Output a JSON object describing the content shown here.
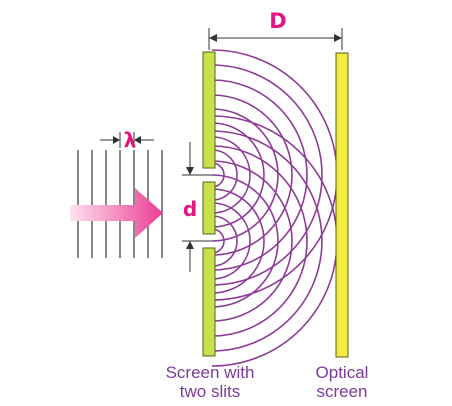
{
  "labels": {
    "distance": "D",
    "wavelength": "λ",
    "slit_separation": "d",
    "slit_screen_line1": "Screen with",
    "slit_screen_line2": "two slits",
    "optical_screen_line1": "Optical",
    "optical_screen_line2": "screen"
  },
  "colors": {
    "symbol": "#e4157e",
    "caption": "#7b3c97",
    "wave": "#8e3b96",
    "slit_screen_fill": "#c8e04a",
    "optical_screen_fill": "#f2ec3e",
    "screen_stroke": "#5a5f1a",
    "incident_lines": "#555555",
    "dimension_lines": "#333333",
    "arrow_start": "#fde2ef",
    "arrow_end": "#ec3d94"
  },
  "icons": {
    "incident_arrow": "right-arrow",
    "dimension_markers": "arrowheads"
  }
}
